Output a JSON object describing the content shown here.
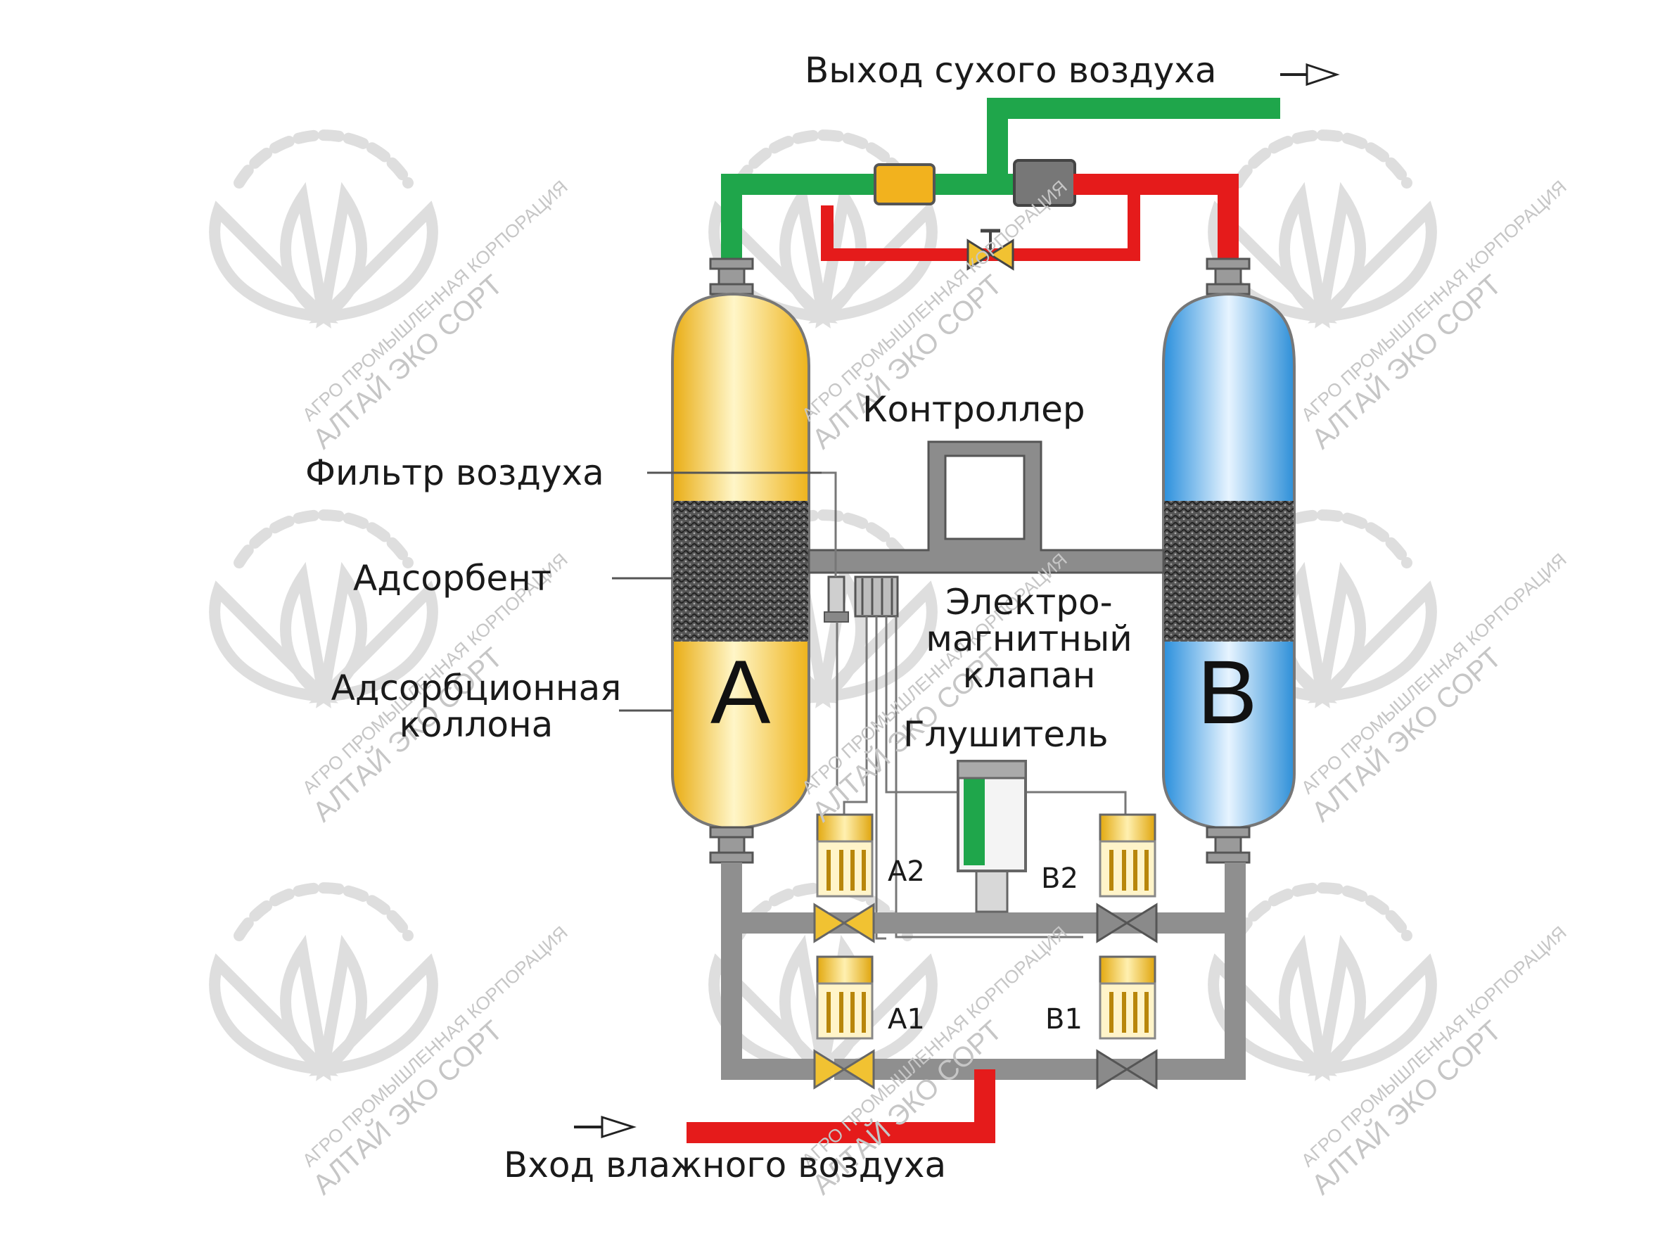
{
  "labels": {
    "dry_air_outlet": "Выход сухого воздуха",
    "wet_air_inlet": "Вход влажного воздуха",
    "controller": "Контроллер",
    "air_filter": "Фильтр воздуха",
    "adsorbent": "Адсорбент",
    "solenoid_valve_line1": "Электро-",
    "solenoid_valve_line2": "магнитный",
    "solenoid_valve_line3": "клапан",
    "column_line1": "Адсорбционная",
    "column_line2": "коллона",
    "silencer": "Глушитель"
  },
  "columns": {
    "a": {
      "letter": "A",
      "color": "#f7c531"
    },
    "b": {
      "letter": "B",
      "color": "#48a7e8"
    }
  },
  "valves": {
    "a2": "A2",
    "b2": "B2",
    "a1": "A1",
    "b1": "B1"
  },
  "watermark": {
    "line1": "АГРО ПРОМЫШЛЕННАЯ КОРПОРАЦИЯ",
    "line2": "АЛТАЙ ЭКО СОРТ"
  },
  "colors": {
    "dry_air": "#1fa64b",
    "wet_air": "#e51b1b",
    "pipe": "#8f8f8f",
    "valve_gold": "#f1c232"
  }
}
